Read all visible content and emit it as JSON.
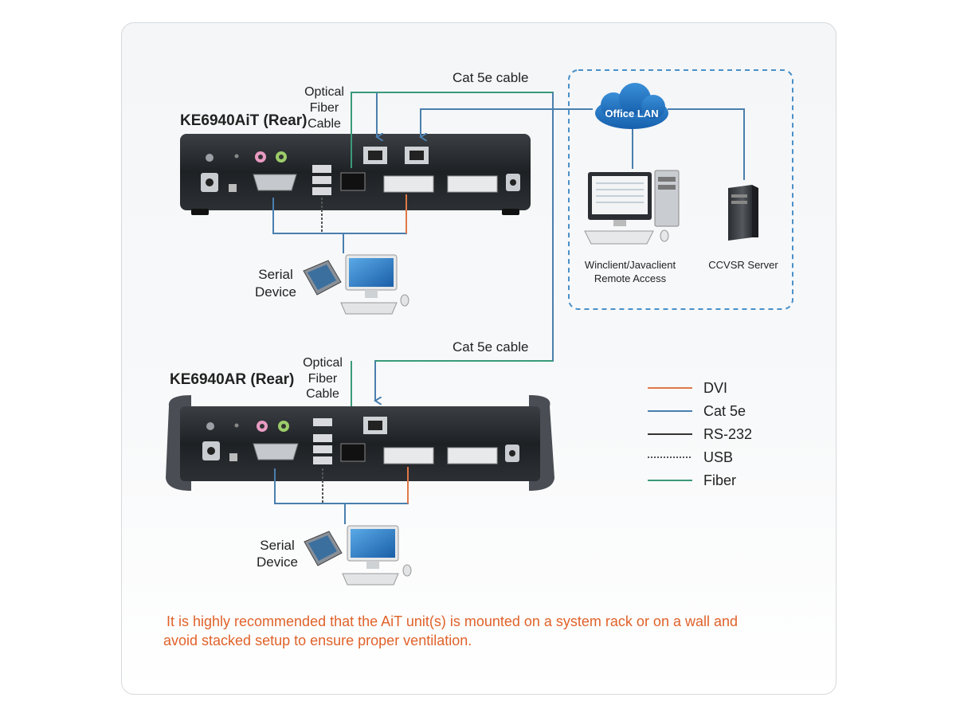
{
  "units": {
    "transmitter": {
      "title": "KE6940AiT (Rear)"
    },
    "receiver": {
      "title": "KE6940AR (Rear)"
    }
  },
  "cables": {
    "optical_fiber": [
      "Optical",
      "Fiber",
      "Cable"
    ],
    "cat5e_top": "Cat 5e cable",
    "cat5e_bottom": "Cat 5e cable"
  },
  "network": {
    "cloud_label": "Office LAN",
    "client_label": [
      "Winclient/Javaclient",
      "Remote Access"
    ],
    "server_label": "CCVSR Server"
  },
  "serial_device": [
    "Serial",
    "Device"
  ],
  "legend": [
    {
      "label": "DVI",
      "color": "#e07848",
      "style": "solid"
    },
    {
      "label": "Cat 5e",
      "color": "#4a7fae",
      "style": "solid"
    },
    {
      "label": "RS-232",
      "color": "#333333",
      "style": "solid"
    },
    {
      "label": "USB",
      "color": "#555555",
      "style": "dotted"
    },
    {
      "label": "Fiber",
      "color": "#3a9a78",
      "style": "solid"
    }
  ],
  "note": {
    "line1": "It is highly recommended that the AiT unit(s) is mounted on a system rack or on a wall and",
    "line2": "avoid stacked setup to ensure proper ventilation."
  },
  "colors": {
    "dvi": "#e07848",
    "cat5e": "#4a7fae",
    "rs232": "#333333",
    "usb": "#555555",
    "fiber": "#3a9a78",
    "note": "#e0622a",
    "cloud": "#1e73be"
  }
}
